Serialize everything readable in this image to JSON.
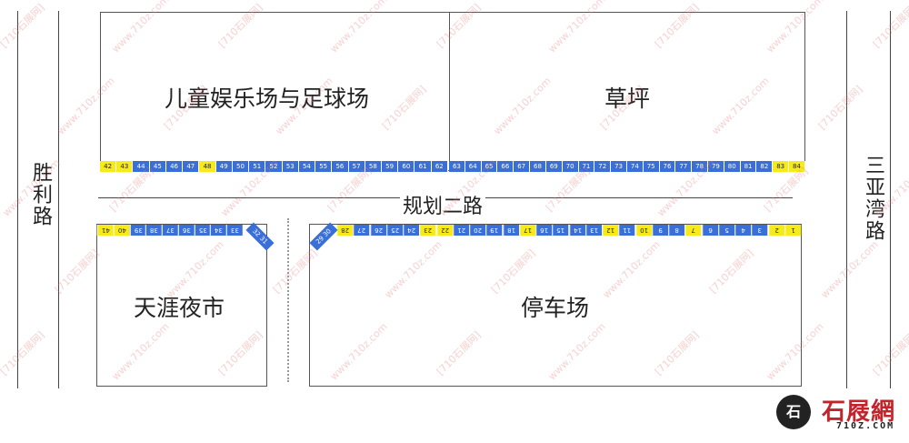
{
  "blocks": {
    "playground": "儿童娱乐场与足球场",
    "lawn": "草坪",
    "night_market": "天涯夜市",
    "parking": "停车场"
  },
  "roads": {
    "left": "胜利路",
    "right": "三亚湾路",
    "middle": "规划二路"
  },
  "stall_rows": {
    "upper_left": [
      {
        "n": "42",
        "c": "yellow"
      },
      {
        "n": "43",
        "c": "yellow"
      },
      {
        "n": "44",
        "c": "blue"
      },
      {
        "n": "45",
        "c": "blue"
      },
      {
        "n": "46",
        "c": "blue"
      },
      {
        "n": "47",
        "c": "blue"
      },
      {
        "n": "48",
        "c": "yellow"
      },
      {
        "n": "49",
        "c": "blue"
      },
      {
        "n": "50",
        "c": "blue"
      },
      {
        "n": "51",
        "c": "blue"
      },
      {
        "n": "52",
        "c": "blue"
      },
      {
        "n": "53",
        "c": "blue"
      },
      {
        "n": "54",
        "c": "blue"
      },
      {
        "n": "55",
        "c": "blue"
      },
      {
        "n": "56",
        "c": "blue"
      },
      {
        "n": "57",
        "c": "blue"
      },
      {
        "n": "58",
        "c": "blue"
      },
      {
        "n": "59",
        "c": "blue"
      },
      {
        "n": "60",
        "c": "blue"
      },
      {
        "n": "61",
        "c": "blue"
      },
      {
        "n": "62",
        "c": "blue"
      }
    ],
    "upper_right": [
      {
        "n": "63",
        "c": "blue"
      },
      {
        "n": "64",
        "c": "blue"
      },
      {
        "n": "65",
        "c": "blue"
      },
      {
        "n": "66",
        "c": "blue"
      },
      {
        "n": "67",
        "c": "blue"
      },
      {
        "n": "68",
        "c": "blue"
      },
      {
        "n": "69",
        "c": "blue"
      },
      {
        "n": "70",
        "c": "blue"
      },
      {
        "n": "71",
        "c": "blue"
      },
      {
        "n": "72",
        "c": "blue"
      },
      {
        "n": "73",
        "c": "blue"
      },
      {
        "n": "74",
        "c": "blue"
      },
      {
        "n": "75",
        "c": "blue"
      },
      {
        "n": "76",
        "c": "blue"
      },
      {
        "n": "77",
        "c": "blue"
      },
      {
        "n": "78",
        "c": "blue"
      },
      {
        "n": "79",
        "c": "blue"
      },
      {
        "n": "80",
        "c": "blue"
      },
      {
        "n": "81",
        "c": "blue"
      },
      {
        "n": "82",
        "c": "blue"
      },
      {
        "n": "83",
        "c": "yellow"
      },
      {
        "n": "84",
        "c": "yellow"
      }
    ],
    "lower_left": [
      {
        "n": "41",
        "c": "yellow"
      },
      {
        "n": "40",
        "c": "yellow"
      },
      {
        "n": "39",
        "c": "blue"
      },
      {
        "n": "38",
        "c": "blue"
      },
      {
        "n": "37",
        "c": "blue"
      },
      {
        "n": "36",
        "c": "blue"
      },
      {
        "n": "35",
        "c": "blue"
      },
      {
        "n": "34",
        "c": "blue"
      },
      {
        "n": "33",
        "c": "blue"
      }
    ],
    "lower_left_corner": {
      "n": "32 31",
      "c": "blue"
    },
    "lower_right_corner": {
      "n": "29 30",
      "c": "blue"
    },
    "lower_right": [
      {
        "n": "28",
        "c": "yellow"
      },
      {
        "n": "27",
        "c": "blue"
      },
      {
        "n": "26",
        "c": "blue"
      },
      {
        "n": "25",
        "c": "blue"
      },
      {
        "n": "24",
        "c": "blue"
      },
      {
        "n": "23",
        "c": "yellow"
      },
      {
        "n": "22",
        "c": "yellow"
      },
      {
        "n": "21",
        "c": "blue"
      },
      {
        "n": "20",
        "c": "blue"
      },
      {
        "n": "19",
        "c": "blue"
      },
      {
        "n": "18",
        "c": "blue"
      },
      {
        "n": "17",
        "c": "yellow"
      },
      {
        "n": "16",
        "c": "blue"
      },
      {
        "n": "15",
        "c": "blue"
      },
      {
        "n": "14",
        "c": "blue"
      },
      {
        "n": "13",
        "c": "blue"
      },
      {
        "n": "12",
        "c": "yellow"
      },
      {
        "n": "11",
        "c": "blue"
      },
      {
        "n": "10",
        "c": "yellow"
      },
      {
        "n": "9",
        "c": "blue"
      },
      {
        "n": "8",
        "c": "blue"
      },
      {
        "n": "7",
        "c": "yellow"
      },
      {
        "n": "6",
        "c": "blue"
      },
      {
        "n": "5",
        "c": "blue"
      },
      {
        "n": "4",
        "c": "blue"
      },
      {
        "n": "3",
        "c": "blue"
      },
      {
        "n": "2",
        "c": "yellow"
      },
      {
        "n": "1",
        "c": "yellow"
      }
    ]
  },
  "colors": {
    "stall_blue": "#3a6fd8",
    "stall_yellow": "#f6ea1a",
    "watermark": "#e87878",
    "logo_red": "#c2242b"
  },
  "logo": {
    "name": "石屐網",
    "domain": "710Z.COM",
    "seal_glyph": "石"
  },
  "watermark_text": {
    "brand": "[710石展网]",
    "site": "www.710z.com"
  }
}
